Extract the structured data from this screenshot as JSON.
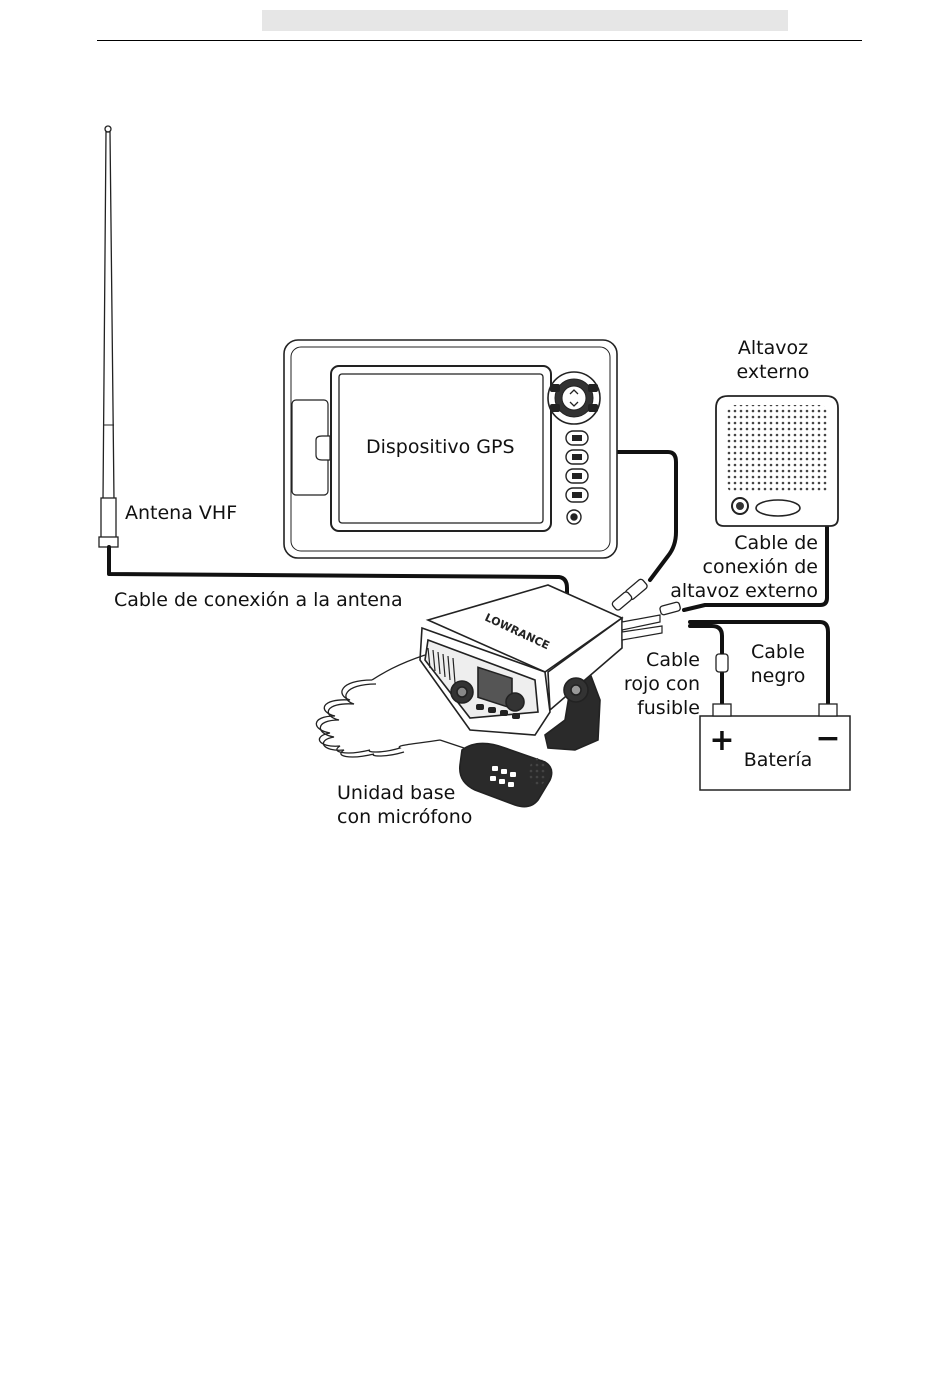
{
  "labels": {
    "gps_device": "Dispositivo GPS",
    "speaker_title_1": "Altavoz",
    "speaker_title_2": "externo",
    "antenna": "Antena VHF",
    "antenna_cable": "Cable de conexión a la antena",
    "speaker_cable_1": "Cable de",
    "speaker_cable_2": "conexión de",
    "speaker_cable_3": "altavoz externo",
    "red_cable_1": "Cable",
    "red_cable_2": "rojo con",
    "red_cable_3": "fusible",
    "black_cable_1": "Cable",
    "black_cable_2": "negro",
    "battery": "Batería",
    "battery_plus": "+",
    "battery_minus": "−",
    "mic_1": "Unidad base",
    "mic_2": "con micrófono",
    "brand": "LOWRANCE"
  }
}
